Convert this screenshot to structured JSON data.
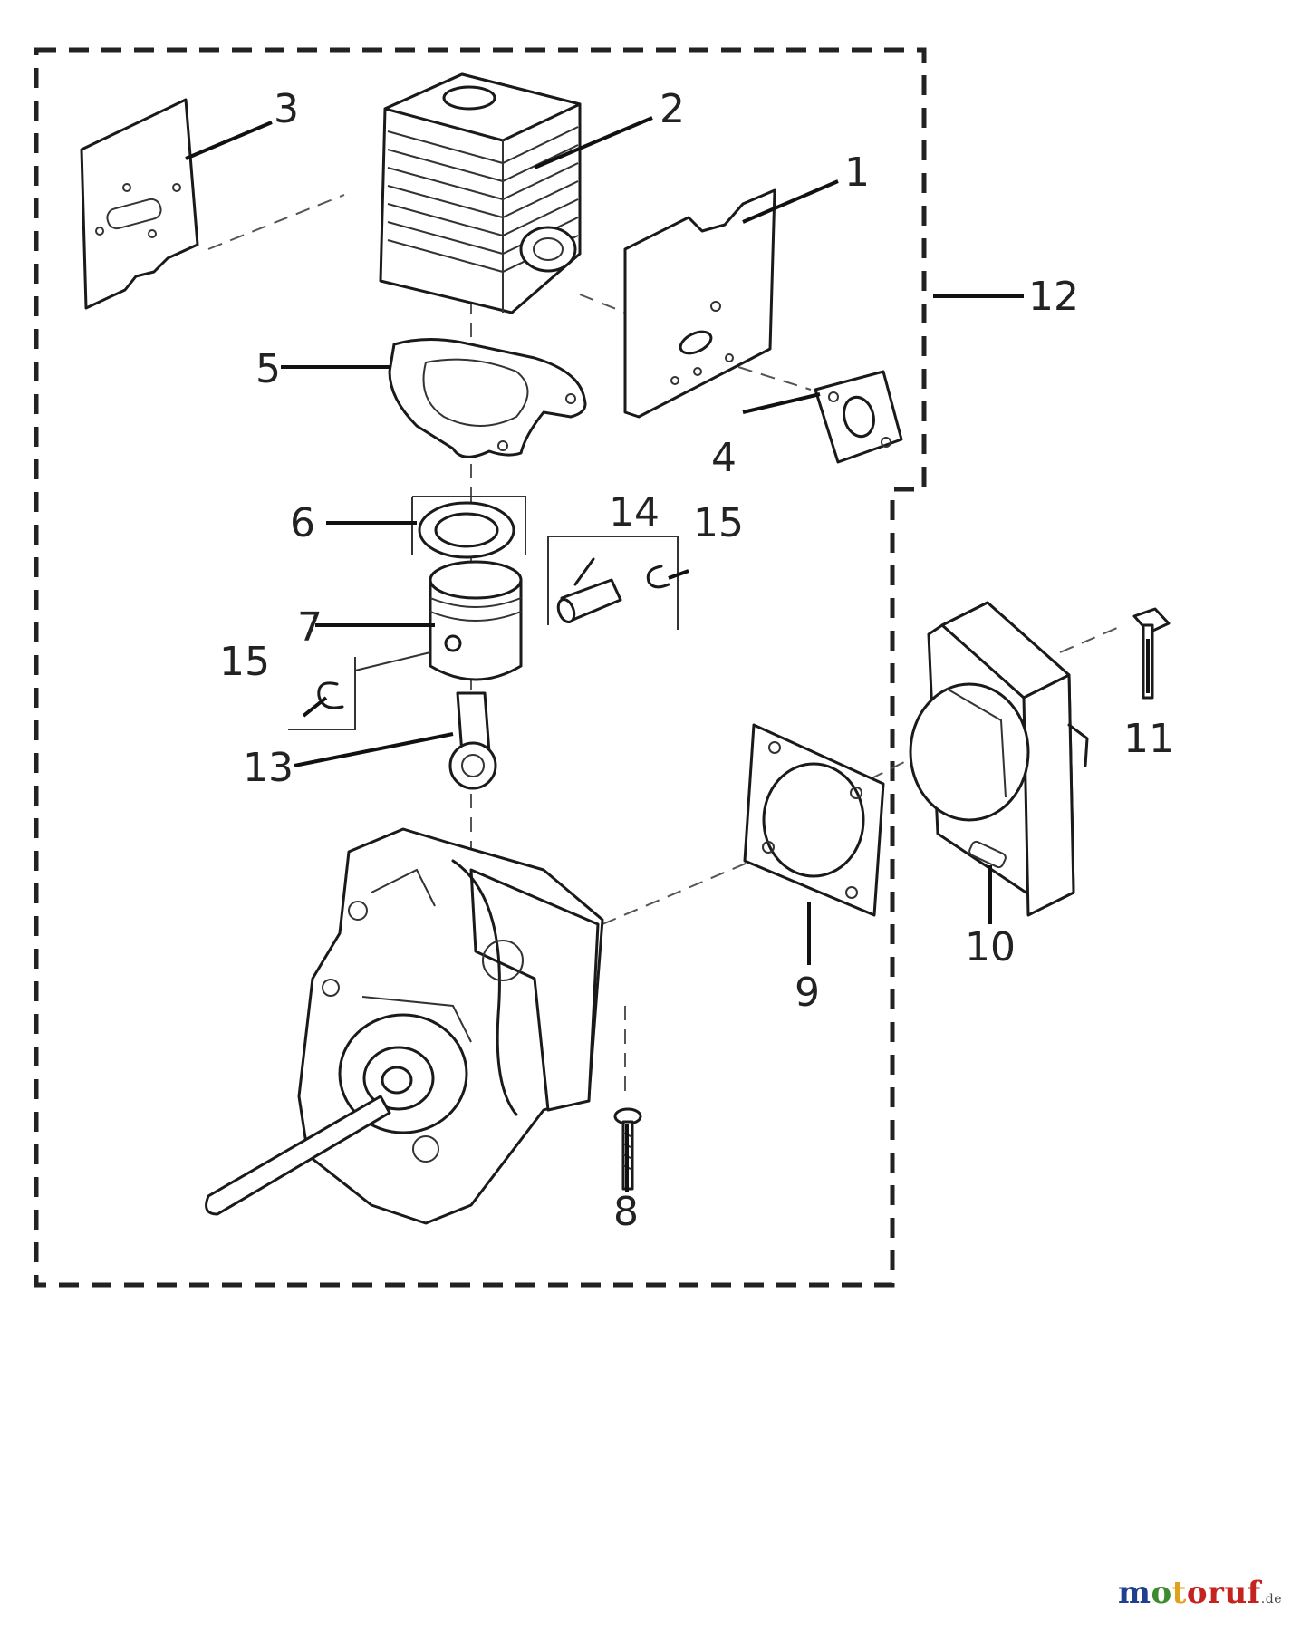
{
  "diagram": {
    "callouts": [
      "1",
      "2",
      "3",
      "4",
      "5",
      "6",
      "7",
      "8",
      "9",
      "10",
      "11",
      "12",
      "13",
      "14",
      "15",
      "15"
    ]
  },
  "logo": {
    "text": "motoruf",
    "parts": [
      "m",
      "o",
      "t",
      "oruf"
    ],
    "tld": ".de",
    "colors": [
      "#1f3f8f",
      "#3c8c2f",
      "#e2a11a",
      "#c4231f"
    ]
  }
}
